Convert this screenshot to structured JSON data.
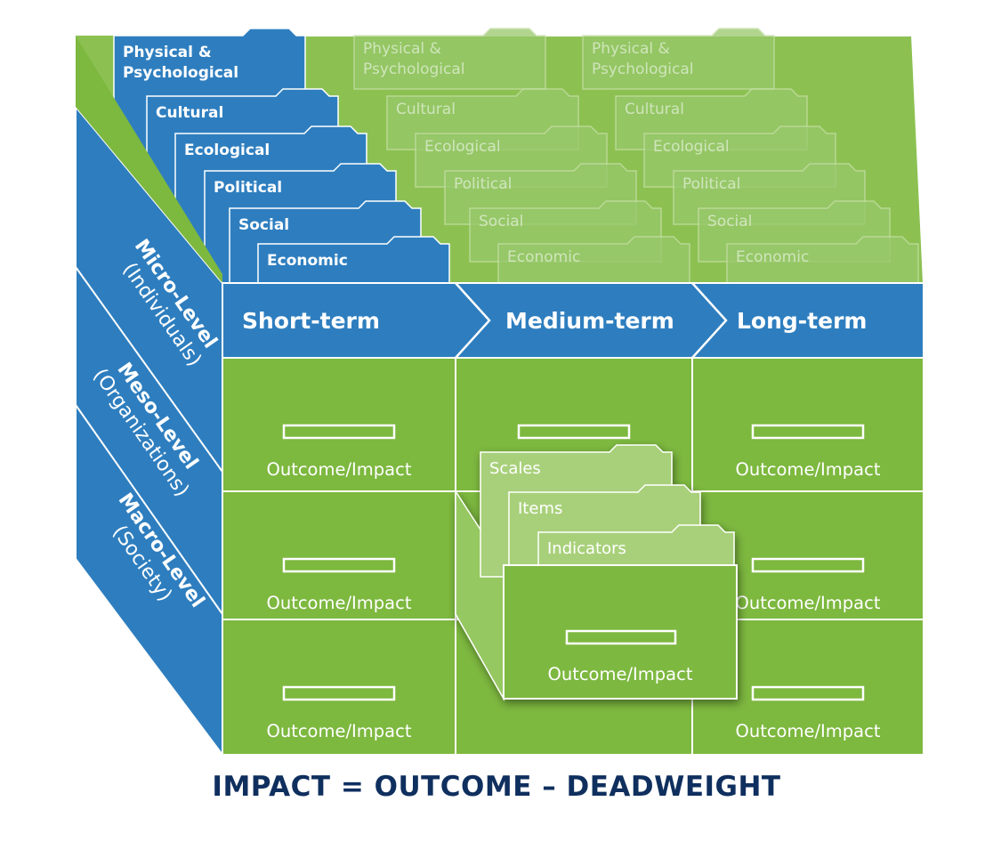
{
  "diagram": {
    "categories": [
      "Physical & Psychological",
      "Cultural",
      "Ecological",
      "Political",
      "Social",
      "Economic"
    ],
    "category_lines": [
      [
        "Physical &",
        "Psychological"
      ],
      [
        "Cultural"
      ],
      [
        "Ecological"
      ],
      [
        "Political"
      ],
      [
        "Social"
      ],
      [
        "Economic"
      ]
    ],
    "terms": [
      "Short-term",
      "Medium-term",
      "Long-term"
    ],
    "levels": [
      {
        "name": "Micro-Level",
        "sub": "(Individuals)"
      },
      {
        "name": "Meso-Level",
        "sub": "(Organizations)"
      },
      {
        "name": "Macro-Level",
        "sub": "(Society)"
      }
    ],
    "cell_label": "Outcome/Impact",
    "drawer_folders": [
      "Scales",
      "Items",
      "Indicators"
    ],
    "drawer_label": "Outcome/Impact",
    "formula": "IMPACT = OUTCOME – DEADWEIGHT"
  },
  "colors": {
    "blue": "#2f7fbf",
    "blue_dark": "#1f64a6",
    "green": "#7db83f",
    "green_light": "#a8d07a",
    "navy": "#0f2f5e"
  }
}
